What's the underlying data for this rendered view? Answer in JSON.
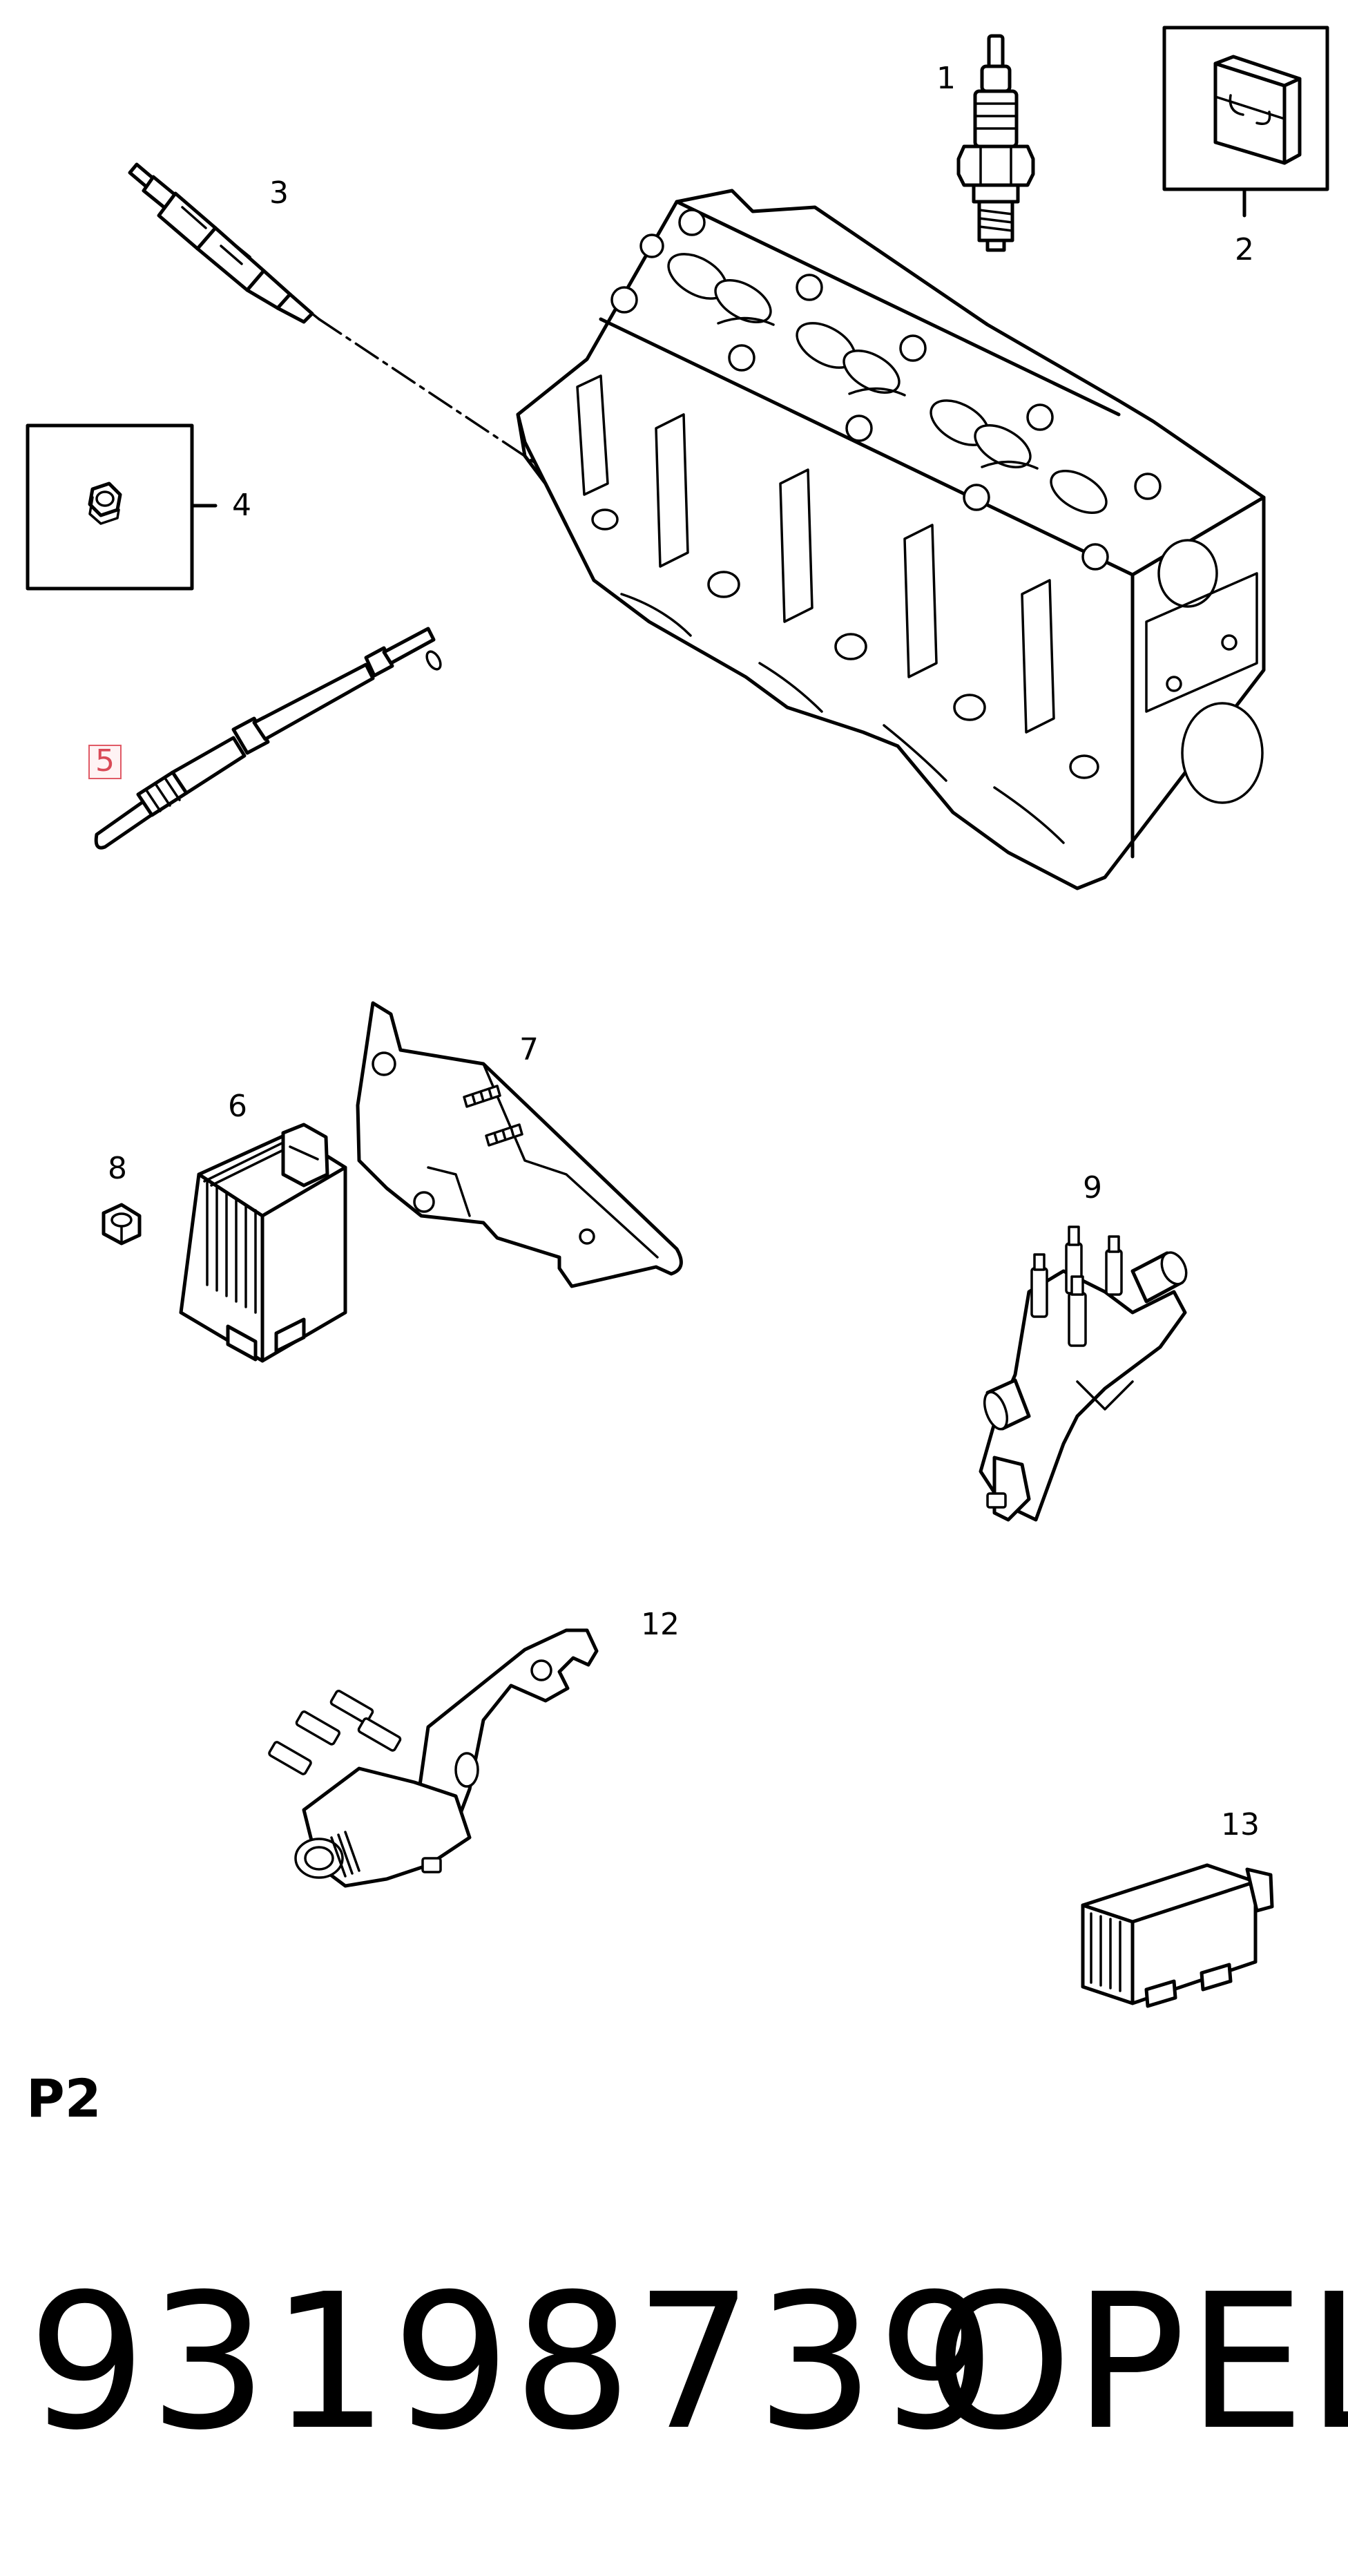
{
  "callouts": {
    "c1": "1",
    "c2": "2",
    "c3": "3",
    "c4": "4",
    "c5": "5",
    "c6": "6",
    "c7": "7",
    "c8": "8",
    "c9": "9",
    "c12": "12",
    "c13": "13"
  },
  "footer": {
    "page_label": "P2",
    "part_number": "93198739",
    "brand": "OPEL"
  },
  "colors": {
    "highlight_border": "#e05a66",
    "highlight_text": "#d94a57"
  }
}
